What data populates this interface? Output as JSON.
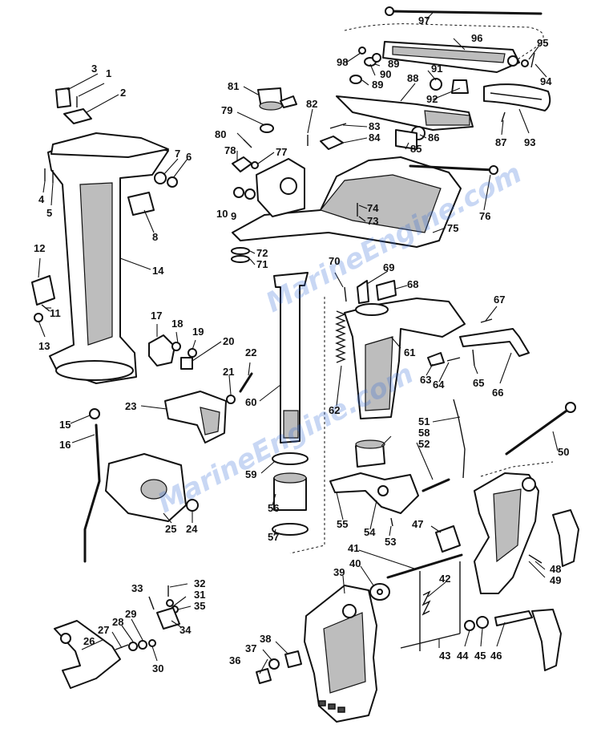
{
  "watermark": {
    "text": "MarineEngine.com",
    "color": "#3b6fd6"
  },
  "callouts": [
    {
      "label": "1"
    },
    {
      "label": "2"
    },
    {
      "label": "3"
    },
    {
      "label": "4"
    },
    {
      "label": "5"
    },
    {
      "label": "6"
    },
    {
      "label": "7"
    },
    {
      "label": "8"
    },
    {
      "label": "9"
    },
    {
      "label": "10"
    },
    {
      "label": "11"
    },
    {
      "label": "12"
    },
    {
      "label": "13"
    },
    {
      "label": "14"
    },
    {
      "label": "15"
    },
    {
      "label": "16"
    },
    {
      "label": "17"
    },
    {
      "label": "18"
    },
    {
      "label": "19"
    },
    {
      "label": "20"
    },
    {
      "label": "21"
    },
    {
      "label": "22"
    },
    {
      "label": "23"
    },
    {
      "label": "24"
    },
    {
      "label": "25"
    },
    {
      "label": "26"
    },
    {
      "label": "27"
    },
    {
      "label": "28"
    },
    {
      "label": "29"
    },
    {
      "label": "30"
    },
    {
      "label": "31"
    },
    {
      "label": "32"
    },
    {
      "label": "33"
    },
    {
      "label": "34"
    },
    {
      "label": "35"
    },
    {
      "label": "36"
    },
    {
      "label": "37"
    },
    {
      "label": "38"
    },
    {
      "label": "39"
    },
    {
      "label": "40"
    },
    {
      "label": "41"
    },
    {
      "label": "42"
    },
    {
      "label": "43"
    },
    {
      "label": "44"
    },
    {
      "label": "45"
    },
    {
      "label": "46"
    },
    {
      "label": "47"
    },
    {
      "label": "48"
    },
    {
      "label": "49"
    },
    {
      "label": "50"
    },
    {
      "label": "51"
    },
    {
      "label": "52"
    },
    {
      "label": "53"
    },
    {
      "label": "54"
    },
    {
      "label": "55"
    },
    {
      "label": "56"
    },
    {
      "label": "57"
    },
    {
      "label": "58"
    },
    {
      "label": "59"
    },
    {
      "label": "60"
    },
    {
      "label": "61"
    },
    {
      "label": "62"
    },
    {
      "label": "63"
    },
    {
      "label": "64"
    },
    {
      "label": "65"
    },
    {
      "label": "66"
    },
    {
      "label": "67"
    },
    {
      "label": "68"
    },
    {
      "label": "69"
    },
    {
      "label": "70"
    },
    {
      "label": "71"
    },
    {
      "label": "72"
    },
    {
      "label": "73"
    },
    {
      "label": "74"
    },
    {
      "label": "75"
    },
    {
      "label": "76"
    },
    {
      "label": "77"
    },
    {
      "label": "78"
    },
    {
      "label": "79"
    },
    {
      "label": "80"
    },
    {
      "label": "81"
    },
    {
      "label": "82"
    },
    {
      "label": "83"
    },
    {
      "label": "84"
    },
    {
      "label": "85"
    },
    {
      "label": "86"
    },
    {
      "label": "87"
    },
    {
      "label": "88"
    },
    {
      "label": "89"
    },
    {
      "label": "89"
    },
    {
      "label": "90"
    },
    {
      "label": "91"
    },
    {
      "label": "92"
    },
    {
      "label": "93"
    },
    {
      "label": "94"
    },
    {
      "label": "95"
    },
    {
      "label": "96"
    },
    {
      "label": "97"
    },
    {
      "label": "98"
    }
  ]
}
